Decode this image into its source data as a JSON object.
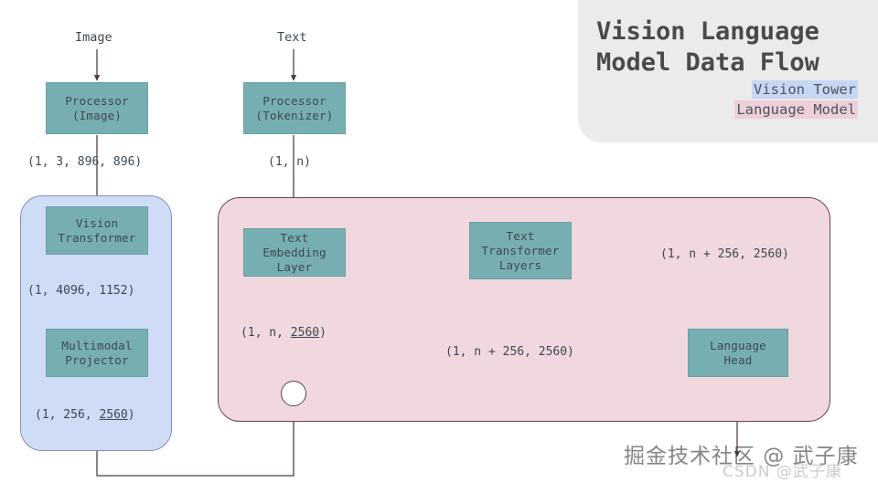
{
  "title_card": {
    "title": "Vision Language\nModel Data Flow",
    "legend": [
      {
        "label": "Vision Tower",
        "color": "#c7d7f3"
      },
      {
        "label": "Language Model",
        "color": "#eecfd8"
      }
    ]
  },
  "inputs": {
    "image": "Image",
    "text": "Text"
  },
  "processors": {
    "image": "Processor\n(Image)",
    "tokenizer": "Processor\n(Tokenizer)"
  },
  "vision_tower": {
    "group_color": "#cedcf6",
    "transformer": "Vision\nTransformer",
    "projector": "Multimodal\nProjector"
  },
  "language_model": {
    "group_color": "#f1d7de",
    "embedding": "Text\nEmbedding\nLayer",
    "transformer": "Text\nTransformer\nLayers",
    "head": "Language\nHead"
  },
  "shapes": {
    "image_pixels": "(1, 3, 896, 896)",
    "text_tokens": "(1, n)",
    "vision_features": "(1, 4096, 1152)",
    "projected_prefix": "(1, 256, ",
    "projected_dim": "2560",
    "projected_suffix": ")",
    "text_embed_prefix": "(1, n, ",
    "text_embed_dim": "2560",
    "text_embed_suffix": ")",
    "merged_left": "(1, n + 256, 2560)",
    "merged_right": "(1, n + 256, 2560)"
  },
  "watermark": {
    "main": "掘金技术社区 @ 武子康",
    "sub": "CSDN @武子康"
  },
  "colors": {
    "box_fill": "#77aeb1",
    "box_text": "#3d4852",
    "vision_panel_fill": "#cedcf6",
    "vision_panel_border": "#8d8dbd",
    "language_panel_fill": "#f1d7de",
    "language_panel_border": "#6b4452",
    "edge": "#4a3b44",
    "title_card_bg": "#ebebeb"
  }
}
